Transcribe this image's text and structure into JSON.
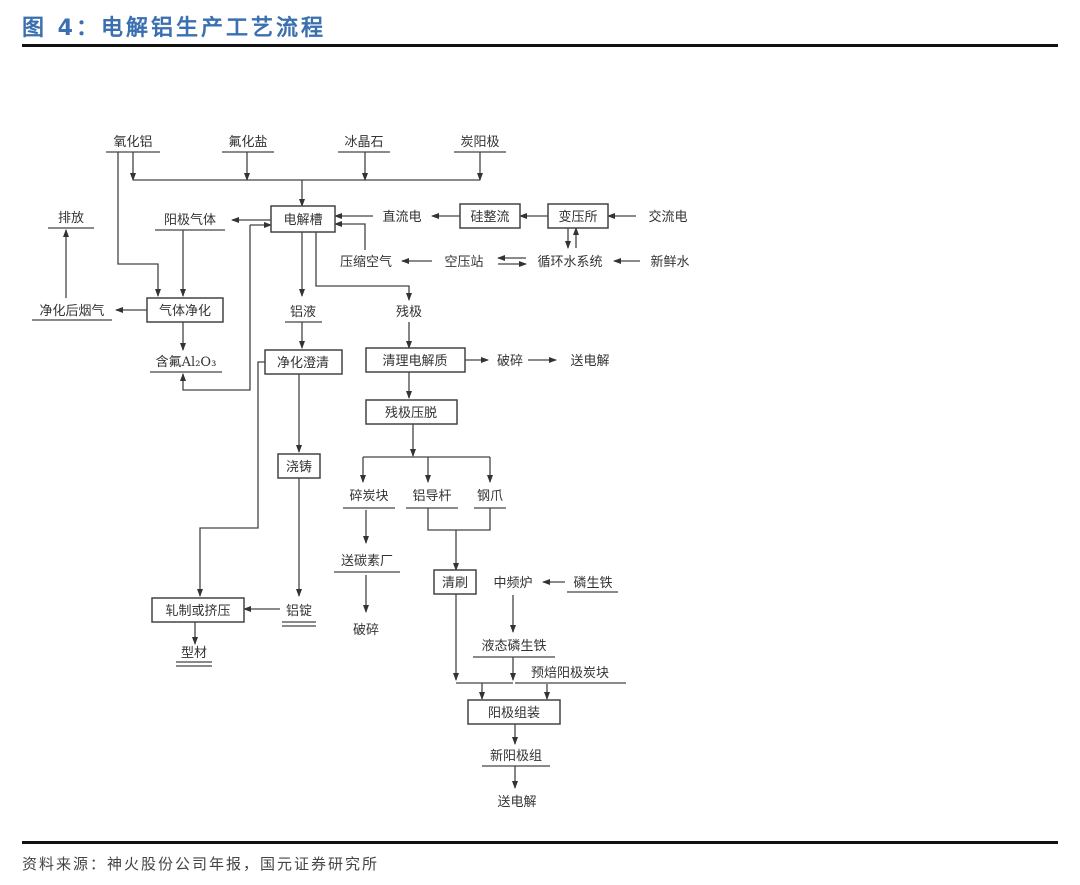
{
  "header": {
    "title": "图 4：电解铝生产工艺流程"
  },
  "footer": {
    "source": "资料来源：神火股份公司年报，国元证券研究所"
  },
  "nodes": {
    "alumina": "氧化铝",
    "fluoride_salt": "氟化盐",
    "cryolite": "冰晶石",
    "carbon_anode": "炭阳极",
    "emission": "排放",
    "anode_gas": "阳极气体",
    "cell": "电解槽",
    "dc_power": "直流电",
    "rectifier": "硅整流",
    "substation": "变压所",
    "ac_power": "交流电",
    "compressed_air": "压缩空气",
    "air_station": "空压站",
    "water_system": "循环水系统",
    "fresh_water": "新鲜水",
    "purified_gas": "净化后烟气",
    "gas_purify": "气体净化",
    "molten_al": "铝液",
    "anode_butt": "残极",
    "fluor_alumina": "含氟Al₂O₃",
    "clarify": "净化澄清",
    "clean_electrolyte": "清理电解质",
    "crush1": "破碎",
    "send_cell1": "送电解",
    "butt_press": "残极压脱",
    "casting": "浇铸",
    "carbon_pieces": "碎炭块",
    "al_rod": "铝导杆",
    "steel_claw": "钢爪",
    "to_carbon_plant": "送碳素厂",
    "crush2": "破碎",
    "brushing": "清刷",
    "mf_furnace": "中频炉",
    "phos_iron": "磷生铁",
    "rolling": "轧制或挤压",
    "ingot": "铝锭",
    "profile": "型材",
    "liquid_iron": "液态磷生铁",
    "prebaked_block": "预焙阳极炭块",
    "assembly": "阳极组装",
    "new_anode": "新阳极组",
    "send_cell2": "送电解"
  },
  "colors": {
    "title": "#3a6fb0",
    "line": "#444444"
  }
}
